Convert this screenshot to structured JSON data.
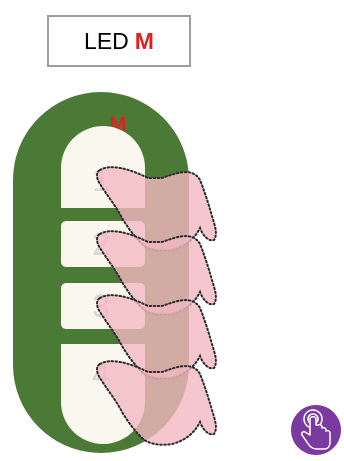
{
  "label": {
    "prefix": "LED",
    "accent": "M"
  },
  "remote": {
    "brand_mark": "M",
    "buttons": [
      "1",
      "2",
      "3",
      "4"
    ],
    "colors": {
      "body": "#4a7a36",
      "button": "#faf7ee",
      "brand": "#e02020",
      "finger": "#f3b8c0"
    }
  },
  "touch_button": {
    "icon": "touch-icon",
    "color": "#7a3aa0"
  }
}
